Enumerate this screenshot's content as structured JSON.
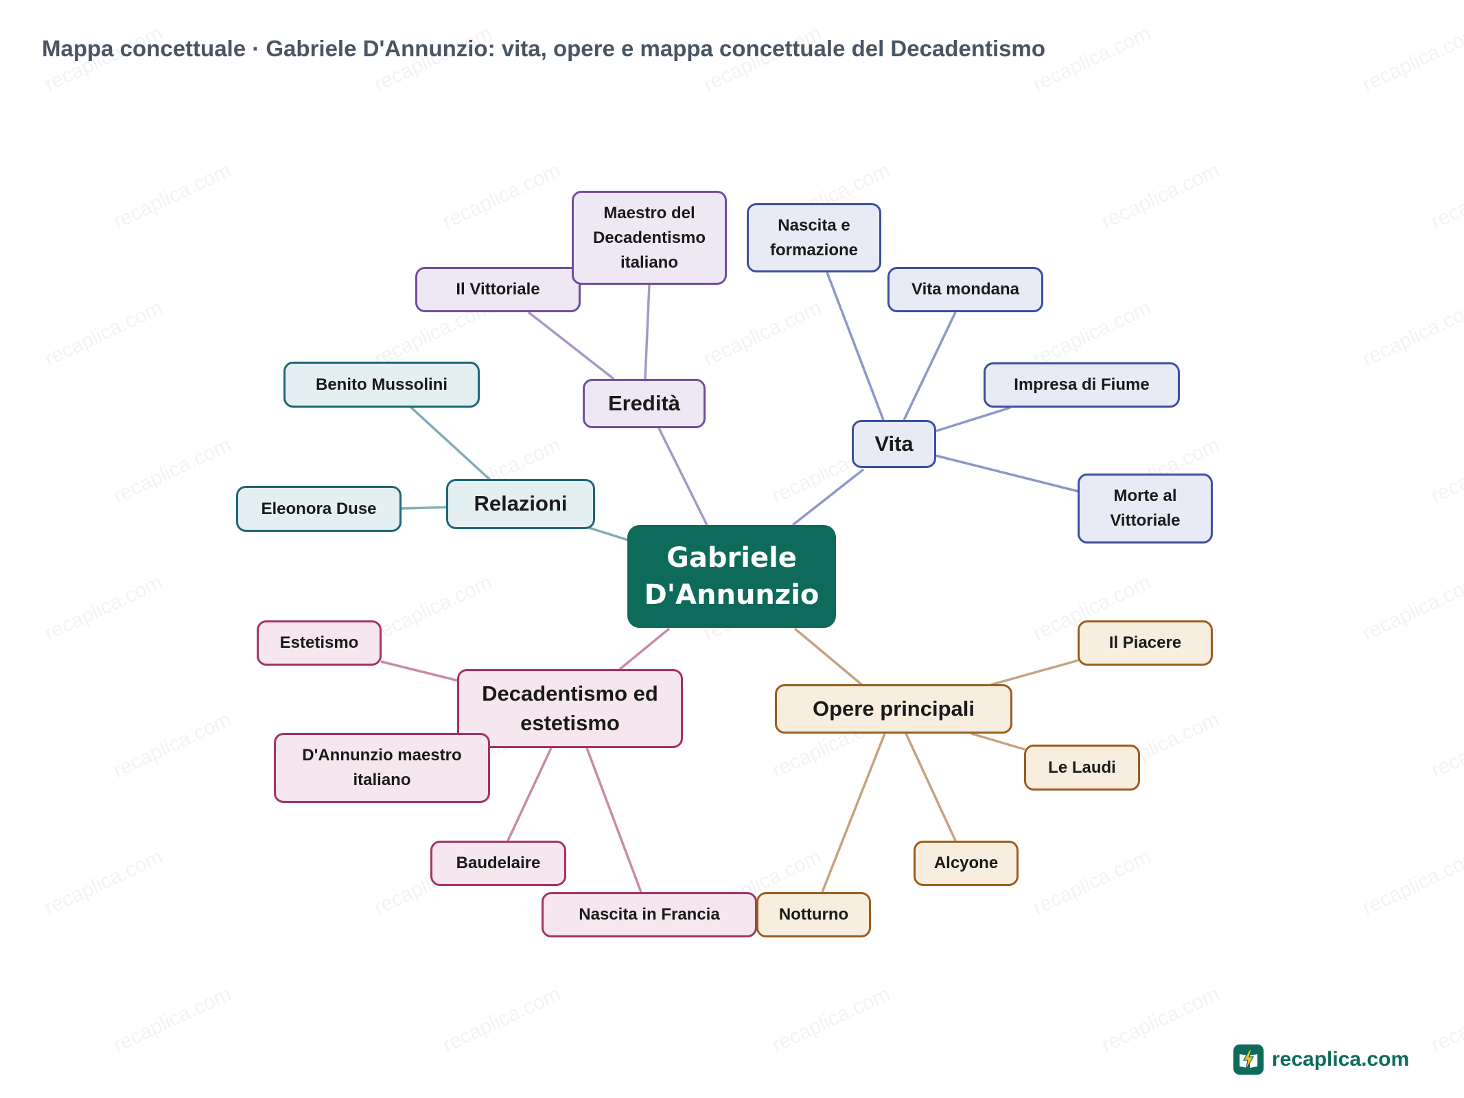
{
  "title": "Mappa concettuale · Gabriele D'Annunzio: vita, opere e mappa concettuale del Decadentismo",
  "watermark_text": "recaplica.com",
  "brand": {
    "name": "recaplica.com",
    "icon": "lightning-book-icon",
    "color": "#0e6b5c"
  },
  "colors": {
    "center": "#0e6b5c",
    "vita": "#3c4f9e",
    "eredita": "#6f4da0",
    "relazioni": "#1d6674",
    "decadentismo": "#a33366",
    "opere": "#9a5d1f"
  },
  "map": {
    "center": "Gabriele D'Annunzio",
    "vita": {
      "label": "Vita",
      "children": [
        "Nascita e formazione",
        "Vita mondana",
        "Impresa di Fiume",
        "Morte al Vittoriale"
      ]
    },
    "eredita": {
      "label": "Eredità",
      "children": [
        "Il Vittoriale",
        "Maestro del Decadentismo italiano"
      ]
    },
    "relazioni": {
      "label": "Relazioni",
      "children": [
        "Benito Mussolini",
        "Eleonora Duse"
      ]
    },
    "decadentismo": {
      "label": "Decadentismo ed estetismo",
      "children": [
        "Estetismo",
        "D'Annunzio maestro italiano",
        "Baudelaire",
        "Nascita in Francia"
      ]
    },
    "opere": {
      "label": "Opere principali",
      "children": [
        "Il Piacere",
        "Le Laudi",
        "Alcyone",
        "Notturno"
      ]
    }
  }
}
